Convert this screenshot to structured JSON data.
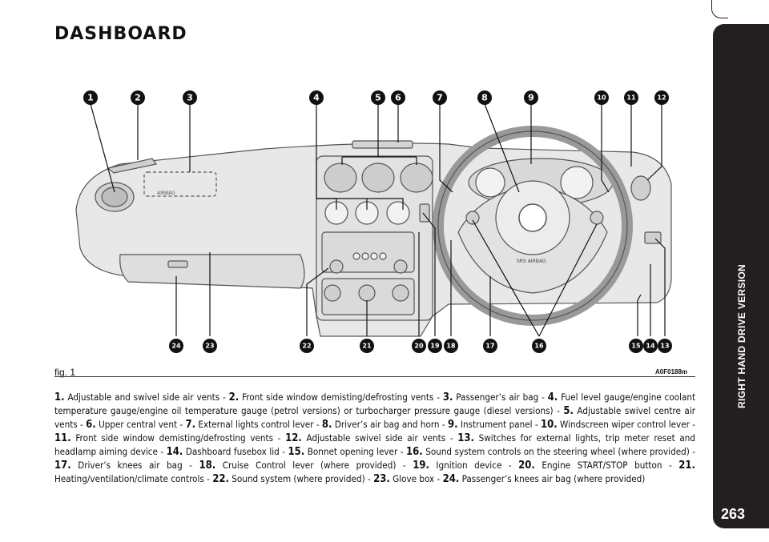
{
  "page": {
    "title": "DASHBOARD",
    "section": "RIGHT HAND DRIVE VERSION",
    "page_number": "263"
  },
  "figure": {
    "caption": "fig. 1",
    "code": "A0F0188m",
    "steering_labels": [
      "SRS AIRBAG"
    ],
    "dash_label": "AIRBAG",
    "callouts": [
      "1",
      "2",
      "3",
      "4",
      "5",
      "6",
      "7",
      "8",
      "9",
      "10",
      "11",
      "12",
      "13",
      "14",
      "15",
      "16",
      "17",
      "18",
      "19",
      "20",
      "21",
      "22",
      "23",
      "24"
    ]
  },
  "legend": [
    {
      "num": "1.",
      "text": "Adjustable and swivel side air vents -"
    },
    {
      "num": "2.",
      "text": "Front side window demisting/defrosting vents -"
    },
    {
      "num": "3.",
      "text": "Passenger’s air bag -"
    },
    {
      "num": "4.",
      "text": "Fuel level gauge/engine coolant temperature gauge/engine oil temperature gauge (petrol versions) or turbocharger pressure gauge (diesel versions) -"
    },
    {
      "num": "5.",
      "text": "Adjustable swivel centre air vents -"
    },
    {
      "num": "6.",
      "text": "Upper central vent -"
    },
    {
      "num": "7.",
      "text": "External lights control lever -"
    },
    {
      "num": "8.",
      "text": "Driver’s air bag and horn -"
    },
    {
      "num": "9.",
      "text": "Instrument panel -"
    },
    {
      "num": "10.",
      "text": "Windscreen wiper control lever -"
    },
    {
      "num": "11.",
      "text": "Front side window demisting/defrosting vents -"
    },
    {
      "num": "12.",
      "text": "Adjustable swivel side air vents -"
    },
    {
      "num": "13.",
      "text": "Switches for external lights, trip meter reset and headlamp aiming device -"
    },
    {
      "num": "14.",
      "text": "Dashboard fusebox lid -"
    },
    {
      "num": "15.",
      "text": "Bonnet opening lever -"
    },
    {
      "num": "16.",
      "text": "Sound system controls on the steering wheel (where provided) -"
    },
    {
      "num": "17.",
      "text": "Driver’s knees air bag -"
    },
    {
      "num": "18.",
      "text": "Cruise Control lever (where provided) -"
    },
    {
      "num": "19.",
      "text": "Ignition device -"
    },
    {
      "num": "20.",
      "text": "Engine START/STOP button -"
    },
    {
      "num": "21.",
      "text": "Heating/ventilation/climate controls -"
    },
    {
      "num": "22.",
      "text": "Sound system (where provided) -"
    },
    {
      "num": "23.",
      "text": "Glove box -"
    },
    {
      "num": "24.",
      "text": "Passenger’s knees air bag (where provided)"
    }
  ],
  "colors": {
    "tab": "#231f20",
    "outline": "#555555",
    "fill": "#e4e4e4"
  }
}
